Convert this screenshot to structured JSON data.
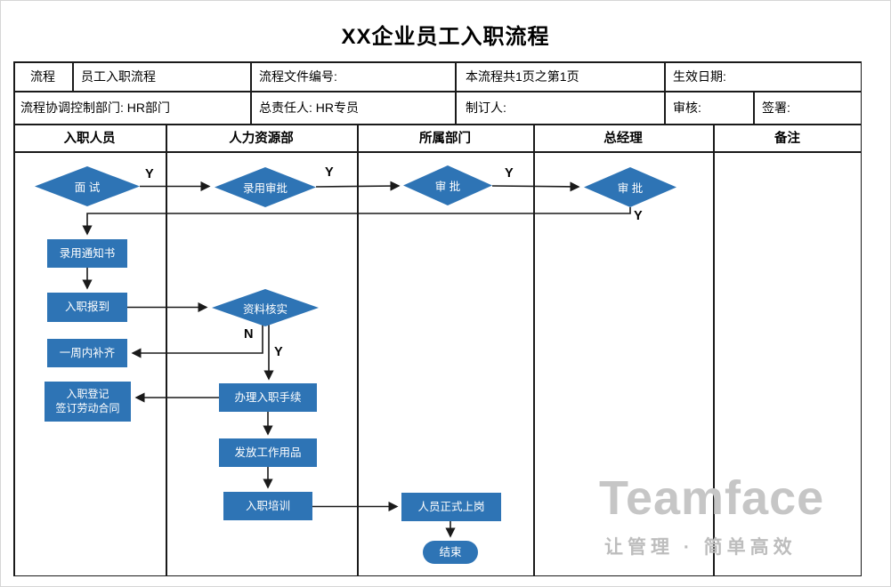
{
  "title": "XX企业员工入职流程",
  "colors": {
    "node_fill": "#2E74B5",
    "node_text": "#FFFFFF",
    "table_line": "#1A1A1A",
    "watermark": "#C6C6C6"
  },
  "meta_table": {
    "row1": [
      "流程",
      "员工入职流程",
      "流程文件编号:",
      "本流程共1页之第1页",
      "生效日期:"
    ],
    "row2": [
      "流程协调控制部门: HR部门",
      "总责任人: HR专员",
      "制订人:",
      "审核:",
      "签署:"
    ]
  },
  "lanes": [
    "入职人员",
    "人力资源部",
    "所属部门",
    "总经理",
    "备注"
  ],
  "flowchart": {
    "decision_yes": "Y",
    "decision_no": "N",
    "nodes": {
      "interview": "面 试",
      "hire_approval": "录用审批",
      "dept_approval": "审 批",
      "gm_approval": "审 批",
      "offer_letter": "录用通知书",
      "report": "入职报到",
      "verify_docs": "资料核实",
      "makeup_week": "一周内补齐",
      "procedures": "办理入职手续",
      "register_line1": "入职登记",
      "register_line2": "签订劳动合同",
      "supplies": "发放工作用品",
      "training": "入职培训",
      "onboard": "人员正式上岗",
      "end": "结束"
    }
  },
  "watermark": {
    "brand": "Teamface",
    "slogan": "让管理 · 简单高效"
  }
}
